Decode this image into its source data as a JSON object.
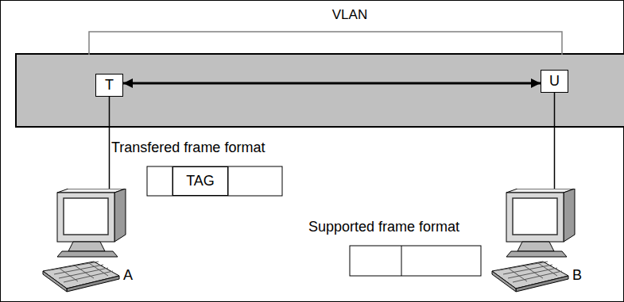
{
  "diagram": {
    "nodes": [
      {
        "text": [
          "VLAN"
        ]
      },
      {
        "text": [
          "T"
        ],
        "in": 0
      },
      {
        "text": [
          "U"
        ],
        "in": 0
      },
      {
        "text": [
          "A"
        ]
      },
      {
        "text": [
          "B"
        ]
      },
      {
        "text": [
          "TAG"
        ]
      }
    ],
    "edges": [
      {
        "from": 1,
        "to": 2,
        "arrow": "both"
      },
      {
        "from": 1,
        "to": 3,
        "arrow": "none"
      },
      {
        "from": 2,
        "to": 4,
        "arrow": "none"
      }
    ],
    "labels": [
      "Transfered frame format",
      "Supported frame format"
    ]
  }
}
